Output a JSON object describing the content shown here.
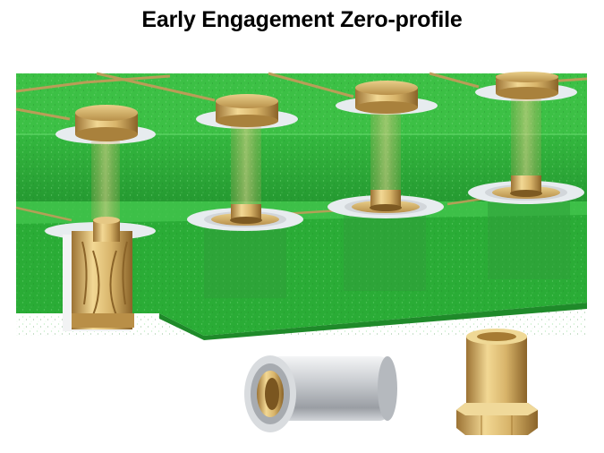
{
  "slide": {
    "title": "Early Engagement Zero-profile"
  },
  "colors": {
    "title": "#000000",
    "background": "#ffffff",
    "pcb_green": "#2fb33a",
    "pcb_green_dark": "#1f8a2a",
    "trace_copper": "#c79a5a",
    "gold": "#d8b46a",
    "silver": "#c9ccd0"
  },
  "illustration": {
    "subject": "pcb-board-with-press-fit-sockets",
    "components": [
      "pcb-top-layer",
      "pcb-bottom-layer",
      "gold-pins",
      "cutaway-socket",
      "silver-sleeve",
      "gold-hex-socket"
    ]
  }
}
